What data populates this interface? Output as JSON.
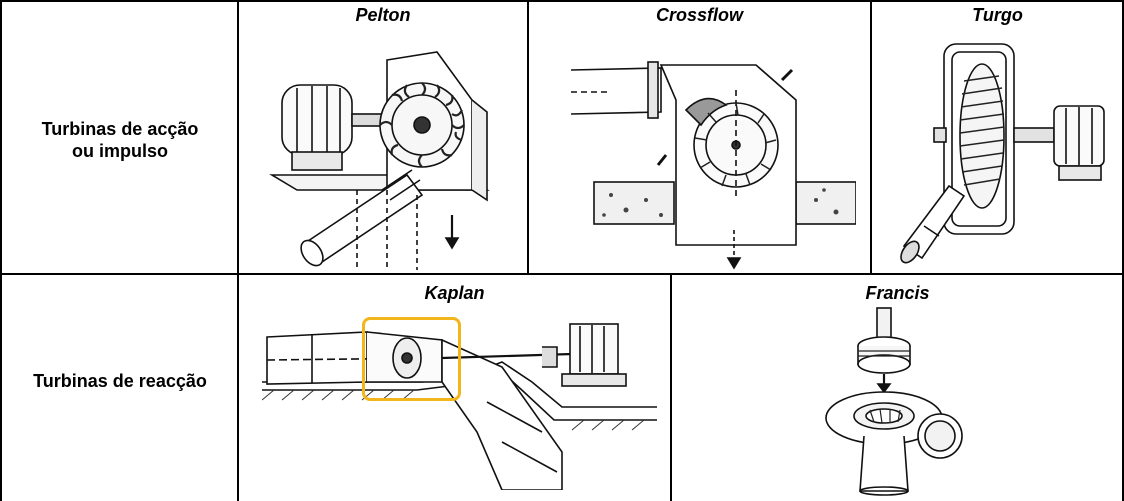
{
  "rows": [
    {
      "label_line1": "Turbinas de acção",
      "label_line2": "ou impulso"
    },
    {
      "label_line1": "Turbinas de reacção",
      "label_line2": ""
    }
  ],
  "cells": {
    "pelton": {
      "title": "Pelton"
    },
    "crossflow": {
      "title": "Crossflow"
    },
    "turgo": {
      "title": "Turgo"
    },
    "kaplan": {
      "title": "Kaplan",
      "highlight_color": "#F2B51C"
    },
    "francis": {
      "title": "Francis"
    }
  },
  "icons": [
    "pelton-turbine-icon",
    "crossflow-turbine-icon",
    "turgo-turbine-icon",
    "kaplan-turbine-icon",
    "francis-turbine-icon"
  ]
}
